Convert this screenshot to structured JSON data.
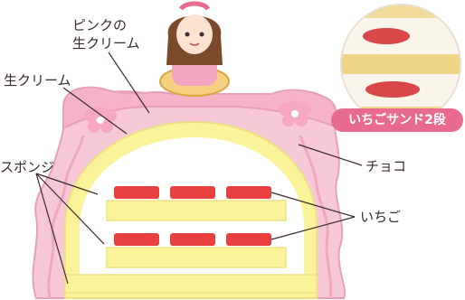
{
  "labels": {
    "pink_cream": [
      "ピンクの",
      "生クリーム"
    ],
    "cream": "生クリーム",
    "sponge": "スポンジ",
    "choco": "チョコ",
    "strawberry": "いちご"
  },
  "inset": {
    "badge": "いちごサンド2段"
  },
  "colors": {
    "pink_frosting": "#f7c9d6",
    "pink_frill": "#f4b3c6",
    "sponge": "#fbf39a",
    "strawberry": "#e8403f",
    "chocolate": "#f5e9a6",
    "cream": "#ffffff",
    "badge": "#e86a8e"
  }
}
